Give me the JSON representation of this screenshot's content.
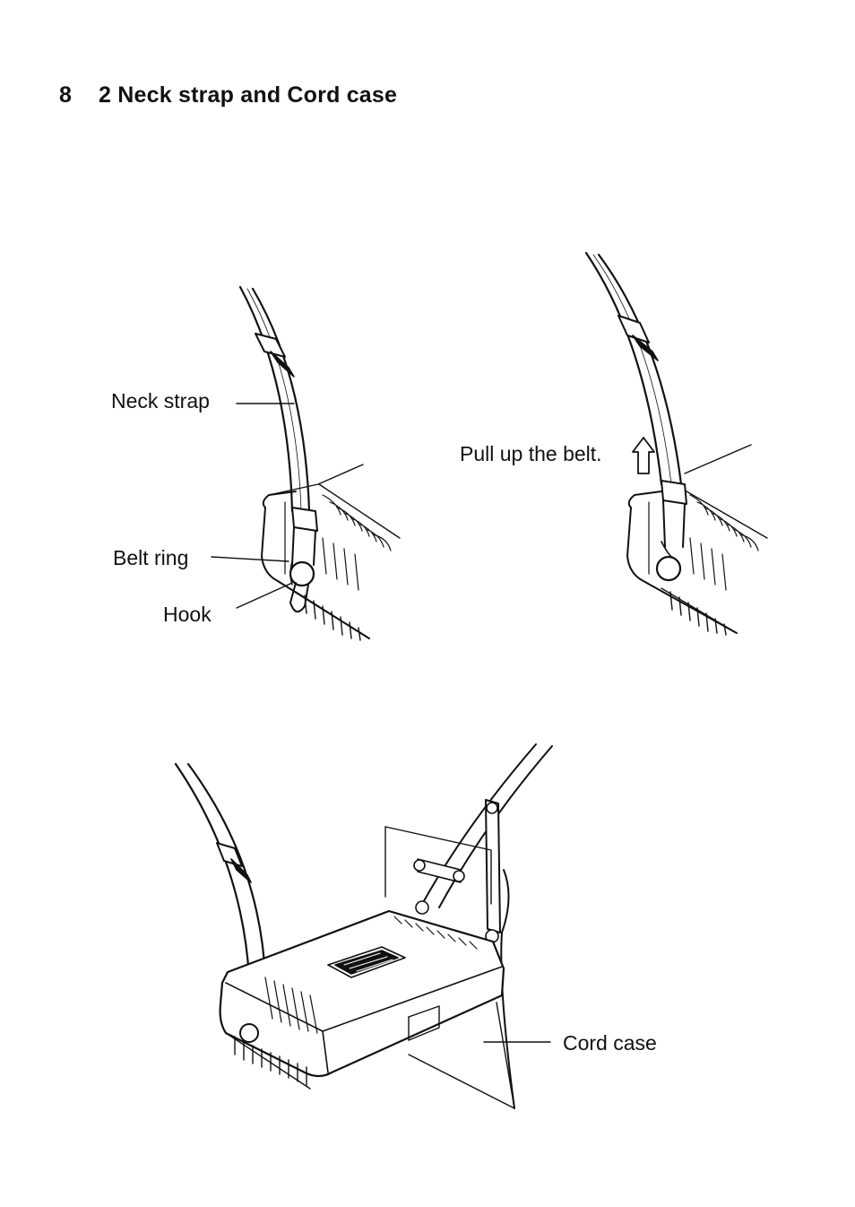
{
  "page": {
    "number": "8",
    "section_title": "2  Neck strap and Cord case"
  },
  "figure_top_left": {
    "labels": {
      "neck_strap": "Neck strap",
      "belt_ring": "Belt ring",
      "hook": "Hook"
    }
  },
  "figure_top_right": {
    "labels": {
      "pull_up": "Pull up the belt."
    },
    "icon": "up-arrow-icon"
  },
  "figure_bottom": {
    "labels": {
      "cord_case": "Cord case"
    }
  }
}
